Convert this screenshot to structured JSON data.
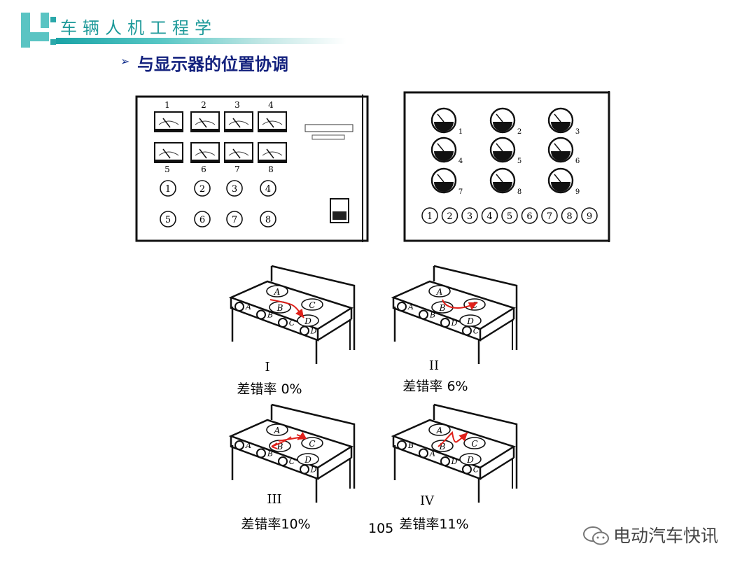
{
  "header": {
    "course_title": "车辆人机工程学",
    "section_title": "与显示器的位置协调"
  },
  "figure_top": {
    "left_panel": {
      "meter_labels_top": [
        "1",
        "2",
        "3",
        "4"
      ],
      "meter_labels_bottom": [
        "5",
        "6",
        "7",
        "8"
      ],
      "knob_row_1": [
        "1",
        "2",
        "3",
        "4"
      ],
      "knob_row_2": [
        "5",
        "6",
        "7",
        "8"
      ]
    },
    "right_panel": {
      "dial_labels": [
        "1",
        "2",
        "3",
        "4",
        "5",
        "6",
        "7",
        "8",
        "9"
      ],
      "knob_labels": [
        "1",
        "2",
        "3",
        "4",
        "5",
        "6",
        "7",
        "8",
        "9"
      ]
    }
  },
  "figure_bottom": {
    "stoves": [
      {
        "numeral": "I",
        "error_rate": "差错率  0%",
        "burners": [
          "A",
          "B",
          "C",
          "D"
        ],
        "knob_order": [
          "A",
          "B",
          "C",
          "D"
        ]
      },
      {
        "numeral": "II",
        "error_rate": "差错率 6%",
        "burners": [
          "A",
          "B",
          "C",
          "D"
        ],
        "knob_order": [
          "A",
          "B",
          "D",
          "C"
        ]
      },
      {
        "numeral": "III",
        "error_rate": "差错率10%",
        "burners": [
          "A",
          "B",
          "C",
          "D"
        ],
        "knob_order": [
          "A",
          "B",
          "C",
          "D"
        ]
      },
      {
        "numeral": "IV",
        "error_rate": "差错率11%",
        "burners": [
          "A",
          "B",
          "C",
          "D"
        ],
        "knob_order": [
          "B",
          "A",
          "D",
          "C"
        ]
      }
    ]
  },
  "footer": {
    "page_number": "105",
    "watermark": "电动汽车快讯"
  },
  "colors": {
    "accent": "#1f9a9a",
    "title": "#14227e",
    "arrow": "#e0201a"
  }
}
